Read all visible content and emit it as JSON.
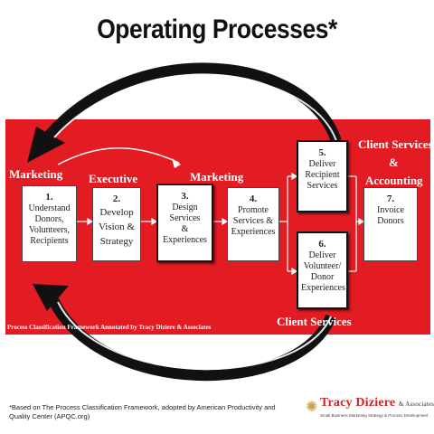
{
  "title": "Operating Processes*",
  "credit": "Process Classification Framework Annotated by Tracy Diziere & Associates",
  "labels": {
    "marketing_left": "Marketing",
    "executive": "Executive",
    "marketing_mid": "Marketing",
    "client_services_top_1": "Client Services",
    "client_services_top_2": "&",
    "client_services_top_3": "Accounting",
    "client_services_bottom": "Client Services"
  },
  "boxes": [
    {
      "num": "1.",
      "text": [
        "Understand",
        "Donors,",
        "Volunteers,",
        "Recipients"
      ]
    },
    {
      "num": "2.",
      "text": [
        "Develop",
        "Vision &",
        "Strategy"
      ]
    },
    {
      "num": "3.",
      "text": [
        "Design",
        "Services",
        "&",
        "Experiences"
      ]
    },
    {
      "num": "4.",
      "text": [
        "Promote",
        "Services &",
        "Experiences"
      ]
    },
    {
      "num": "5.",
      "text": [
        "Deliver",
        "Recipient",
        "Services"
      ]
    },
    {
      "num": "6.",
      "text": [
        "Deliver",
        "Volunteer/",
        "Donor",
        "Experiences"
      ]
    },
    {
      "num": "7.",
      "text": [
        "Invoice",
        "Donors"
      ]
    }
  ],
  "footnote": "*Based on The Process Classification Framework, adopted by American Productivity and Quality Center (APQC.org)",
  "logo": {
    "name": "Tracy Diziere",
    "suffix": "& Associates, LLC",
    "tagline": "Small Business Marketing Strategy & Process Development",
    "icon": "star-seal-icon"
  },
  "colors": {
    "band": "#e31b23",
    "text_on_band": "#ffffff",
    "logo_red": "#d0232a"
  }
}
